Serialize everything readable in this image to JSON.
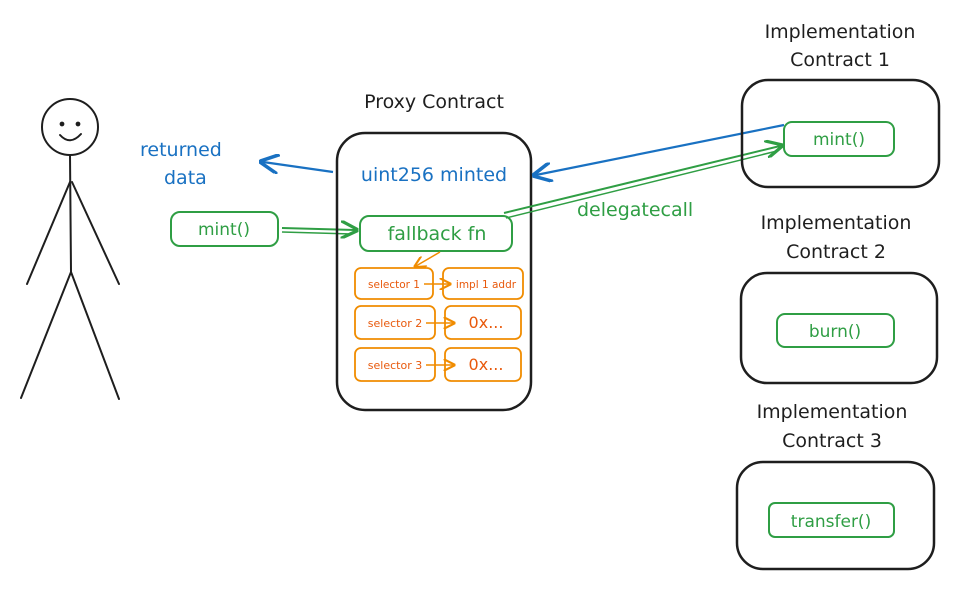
{
  "colors": {
    "ink": "#1e1e1e",
    "green": "#2f9e44",
    "blue": "#1971c2",
    "orange": "#f08c00"
  },
  "user": {
    "icon": "stick-figure-user-icon"
  },
  "user_call": {
    "label": "mint()"
  },
  "returned": {
    "line1": "returned",
    "line2": "data"
  },
  "proxy": {
    "title": "Proxy Contract",
    "return_value": "uint256 minted",
    "fallback": "fallback fn",
    "selectors": [
      {
        "selector": "selector 1",
        "target": "impl 1 addr"
      },
      {
        "selector": "selector 2",
        "target": "0x..."
      },
      {
        "selector": "selector 3",
        "target": "0x..."
      }
    ]
  },
  "delegatecall": {
    "label": "delegatecall"
  },
  "implementations": [
    {
      "title_line1": "Implementation",
      "title_line2": "Contract 1",
      "function": "mint()"
    },
    {
      "title_line1": "Implementation",
      "title_line2": "Contract 2",
      "function": "burn()"
    },
    {
      "title_line1": "Implementation",
      "title_line2": "Contract 3",
      "function": "transfer()"
    }
  ]
}
